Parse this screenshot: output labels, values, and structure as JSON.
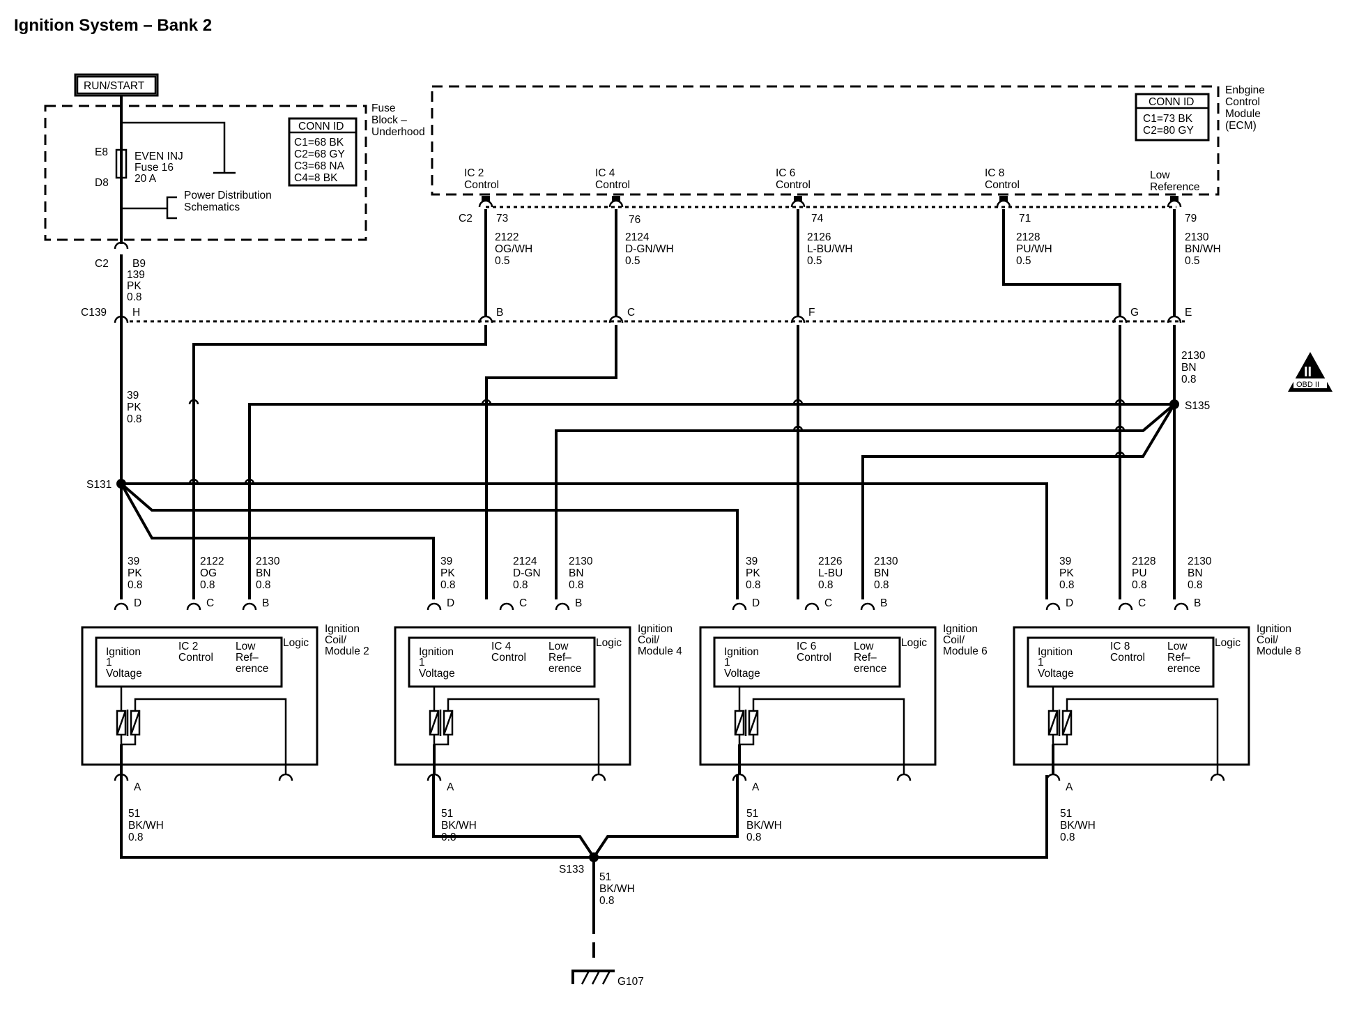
{
  "title": "Ignition System – Bank 2",
  "power": {
    "run_start": "RUN/START",
    "fuse_block": [
      "Fuse",
      "Block –",
      "Underhood"
    ],
    "fuse_pins": [
      "E8",
      "D8"
    ],
    "fuse_label": [
      "EVEN INJ",
      "Fuse 16",
      "20 A"
    ],
    "power_dist": [
      "Power Distribution",
      "Schematics"
    ],
    "conn_title": "CONN ID",
    "conn_rows": [
      "C1=68 BK",
      "C2=68 GY",
      "C3=68 NA",
      "C4=8 BK"
    ],
    "out_conn": "C2",
    "out_pin": "B9",
    "out_wire": [
      "139",
      "PK",
      "0.8"
    ]
  },
  "ecm": {
    "name": [
      "Enbgine",
      "Control",
      "Module",
      "(ECM)"
    ],
    "conn_title": "CONN ID",
    "conn_rows": [
      "C1=73 BK",
      "C2=80 GY"
    ],
    "conn_label": "C2",
    "pins": [
      {
        "name": [
          "IC 2",
          "Control"
        ],
        "pin": "73",
        "wire": [
          "2122",
          "OG/WH",
          "0.5"
        ],
        "c139": "B"
      },
      {
        "name": [
          "IC 4",
          "Control"
        ],
        "pin": "76",
        "wire": [
          "2124",
          "D-GN/WH",
          "0.5"
        ],
        "c139": "C"
      },
      {
        "name": [
          "IC 6",
          "Control"
        ],
        "pin": "74",
        "wire": [
          "2126",
          "L-BU/WH",
          "0.5"
        ],
        "c139": "F"
      },
      {
        "name": [
          "IC 8",
          "Control"
        ],
        "pin": "71",
        "wire": [
          "2128",
          "PU/WH",
          "0.5"
        ],
        "c139": "G"
      },
      {
        "name": [
          "Low",
          "Reference"
        ],
        "pin": "79",
        "wire": [
          "2130",
          "BN/WH",
          "0.5"
        ],
        "c139": "E"
      }
    ]
  },
  "inline": {
    "c139": "C139",
    "c139_power_pin": "H",
    "power_wire": [
      "39",
      "PK",
      "0.8"
    ],
    "lowref_wire": [
      "2130",
      "BN",
      "0.8"
    ],
    "s135": "S135",
    "s131": "S131",
    "s133": "S133",
    "ground_wire": [
      "51",
      "BK/WH",
      "0.8"
    ],
    "ground": "G107"
  },
  "obd": {
    "symbol": "II",
    "label": "OBD II"
  },
  "coils": [
    {
      "name": [
        "Ignition",
        "Coil/",
        "Module 2"
      ],
      "ic": [
        "IC 2",
        "Control"
      ],
      "wires": [
        [
          "39",
          "PK",
          "0.8"
        ],
        [
          "2122",
          "OG",
          "0.8"
        ],
        [
          "2130",
          "BN",
          "0.8"
        ]
      ],
      "pins": [
        "D",
        "C",
        "B"
      ],
      "gnd_pin": "A",
      "gnd_wire": [
        "51",
        "BK/WH",
        "0.8"
      ]
    },
    {
      "name": [
        "Ignition",
        "Coil/",
        "Module 4"
      ],
      "ic": [
        "IC 4",
        "Control"
      ],
      "wires": [
        [
          "39",
          "PK",
          "0.8"
        ],
        [
          "2124",
          "D-GN",
          "0.8"
        ],
        [
          "2130",
          "BN",
          "0.8"
        ]
      ],
      "pins": [
        "D",
        "C",
        "B"
      ],
      "gnd_pin": "A",
      "gnd_wire": [
        "51",
        "BK/WH",
        "0.8"
      ]
    },
    {
      "name": [
        "Ignition",
        "Coil/",
        "Module 6"
      ],
      "ic": [
        "IC 6",
        "Control"
      ],
      "wires": [
        [
          "39",
          "PK",
          "0.8"
        ],
        [
          "2126",
          "L-BU",
          "0.8"
        ],
        [
          "2130",
          "BN",
          "0.8"
        ]
      ],
      "pins": [
        "D",
        "C",
        "B"
      ],
      "gnd_pin": "A",
      "gnd_wire": [
        "51",
        "BK/WH",
        "0.8"
      ]
    },
    {
      "name": [
        "Ignition",
        "Coil/",
        "Module 8"
      ],
      "ic": [
        "IC 8",
        "Control"
      ],
      "wires": [
        [
          "39",
          "PK",
          "0.8"
        ],
        [
          "2128",
          "PU",
          "0.8"
        ],
        [
          "2130",
          "BN",
          "0.8"
        ]
      ],
      "pins": [
        "D",
        "C",
        "B"
      ],
      "gnd_pin": "A",
      "gnd_wire": [
        "51",
        "BK/WH",
        "0.8"
      ]
    }
  ],
  "coil_common": {
    "logic": "Logic",
    "ignition": [
      "Ignition",
      "1",
      "Voltage"
    ],
    "lowref": [
      "Low",
      "Ref–",
      "erence"
    ]
  }
}
